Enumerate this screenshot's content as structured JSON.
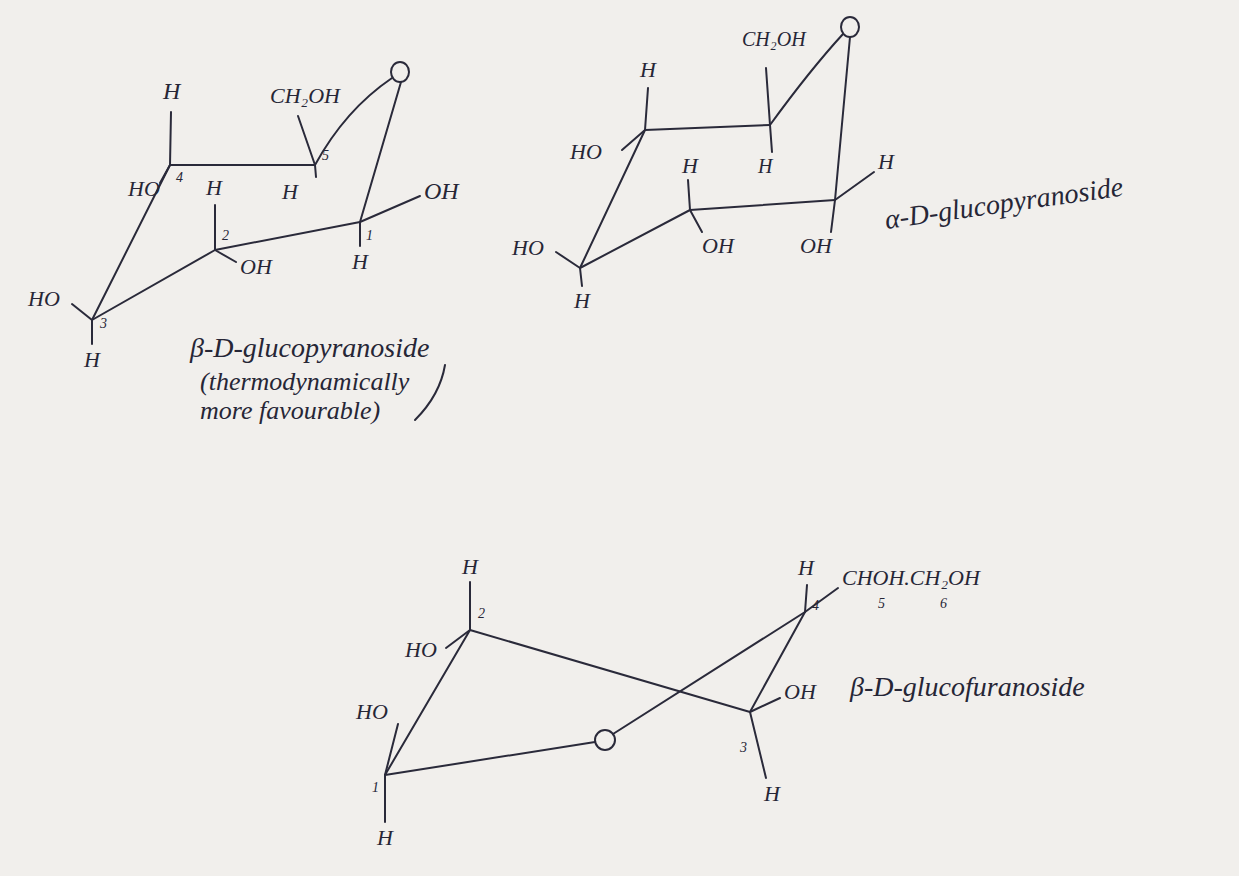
{
  "diagram": {
    "labels": [
      "H",
      "CH₂OH",
      "HO",
      "4",
      "5",
      "H",
      "H",
      "OH",
      "1",
      "2",
      "OH",
      "H",
      "HO",
      "3",
      "H",
      "β-D-glucopyranoside",
      "(thermodynamically more favourable)",
      "H",
      "CH₂OH",
      "HO",
      "H",
      "H",
      "H",
      "HO",
      "OH",
      "OH",
      "H",
      "α-D-glucopyranoside",
      "H",
      "CHOH.CH₂OH",
      "4",
      "5",
      "6",
      "H",
      "2",
      "HO",
      "HO",
      "1",
      "H",
      "OH",
      "3",
      "H",
      "β-D-glucofuranoside"
    ]
  }
}
